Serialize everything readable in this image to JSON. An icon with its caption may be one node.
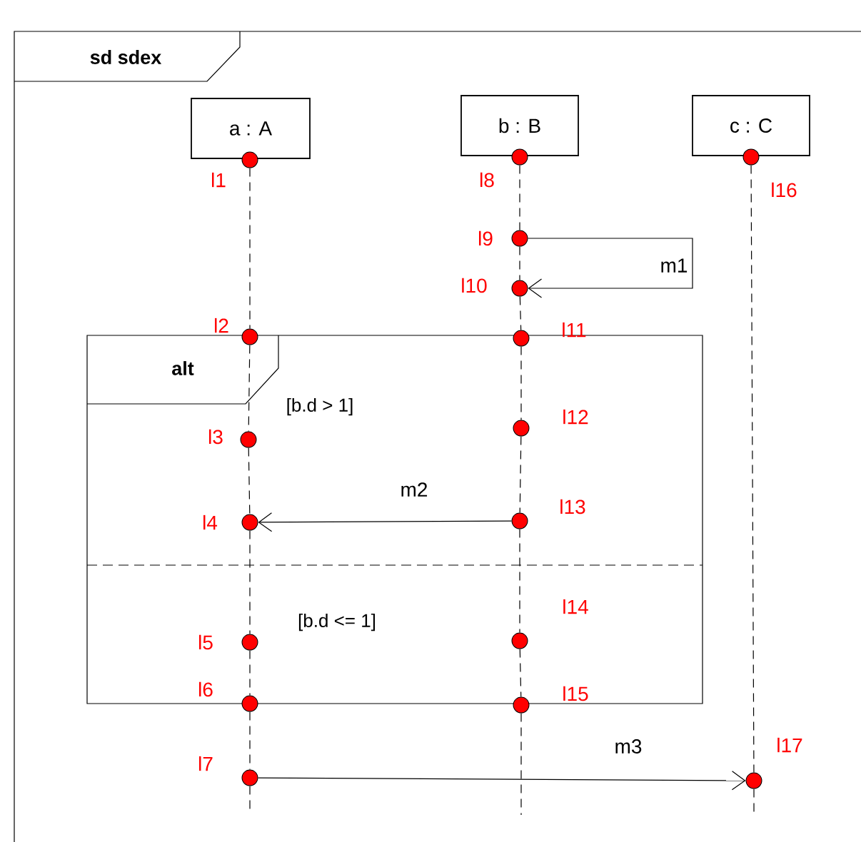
{
  "diagram": {
    "nodes": [
      {
        "text": [
          "sd sdex"
        ]
      },
      {
        "text": [
          "a : A"
        ],
        "in": 0
      },
      {
        "text": [
          "b : B"
        ],
        "in": 0
      },
      {
        "text": [
          "c : C"
        ],
        "in": 0
      },
      {
        "text": [
          "alt",
          "[b.d > 1]",
          "[b.d <= 1]"
        ],
        "in": 0
      },
      {
        "text": [],
        "shape": "circle",
        "beside": [
          "l1"
        ],
        "in": 0
      },
      {
        "text": [],
        "shape": "circle",
        "beside": [
          "l2"
        ],
        "in": 0
      },
      {
        "text": [],
        "shape": "circle",
        "beside": [
          "l3"
        ],
        "in": 4
      },
      {
        "text": [],
        "shape": "circle",
        "beside": [
          "l4"
        ],
        "in": 4
      },
      {
        "text": [],
        "shape": "circle",
        "beside": [
          "l5"
        ],
        "in": 4
      },
      {
        "text": [],
        "shape": "circle",
        "beside": [
          "l6"
        ],
        "in": 0
      },
      {
        "text": [],
        "shape": "circle",
        "beside": [
          "l7"
        ],
        "in": 0
      },
      {
        "text": [],
        "shape": "circle",
        "beside": [
          "l8"
        ],
        "in": 0
      },
      {
        "text": [],
        "shape": "circle",
        "beside": [
          "l9"
        ],
        "in": 0
      },
      {
        "text": [],
        "shape": "circle",
        "beside": [
          "l10"
        ],
        "in": 0
      },
      {
        "text": [],
        "shape": "circle",
        "beside": [
          "l11"
        ],
        "in": 0
      },
      {
        "text": [],
        "shape": "circle",
        "beside": [
          "l12"
        ],
        "in": 4
      },
      {
        "text": [],
        "shape": "circle",
        "beside": [
          "l13"
        ],
        "in": 4
      },
      {
        "text": [],
        "shape": "circle",
        "beside": [
          "l14"
        ],
        "in": 4
      },
      {
        "text": [],
        "shape": "circle",
        "beside": [
          "l15"
        ],
        "in": 0
      },
      {
        "text": [],
        "shape": "circle",
        "beside": [
          "l16"
        ],
        "in": 0
      },
      {
        "text": [],
        "shape": "circle",
        "beside": [
          "l17"
        ],
        "in": 0
      }
    ],
    "edges": [
      {
        "from": 13,
        "to": 14,
        "arrow": "to",
        "label": "m1"
      },
      {
        "from": 17,
        "to": 8,
        "arrow": "to",
        "label": "m2"
      },
      {
        "from": 11,
        "to": 21,
        "arrow": "to",
        "label": "m3"
      },
      {
        "from": 5,
        "to": 6,
        "arrow": "none",
        "style": "dashed"
      },
      {
        "from": 6,
        "to": 7,
        "arrow": "none",
        "style": "dashed"
      },
      {
        "from": 7,
        "to": 8,
        "arrow": "none",
        "style": "dashed"
      },
      {
        "from": 8,
        "to": 9,
        "arrow": "none",
        "style": "dashed"
      },
      {
        "from": 9,
        "to": 10,
        "arrow": "none",
        "style": "dashed"
      },
      {
        "from": 10,
        "to": 11,
        "arrow": "none",
        "style": "dashed"
      },
      {
        "from": 11,
        "to": null,
        "arrow": "none",
        "style": "dashed"
      },
      {
        "from": 12,
        "to": 13,
        "arrow": "none",
        "style": "dashed"
      },
      {
        "from": 13,
        "to": 14,
        "arrow": "none",
        "style": "dashed"
      },
      {
        "from": 14,
        "to": 15,
        "arrow": "none",
        "style": "dashed"
      },
      {
        "from": 15,
        "to": 16,
        "arrow": "none",
        "style": "dashed"
      },
      {
        "from": 16,
        "to": 17,
        "arrow": "none",
        "style": "dashed"
      },
      {
        "from": 17,
        "to": 18,
        "arrow": "none",
        "style": "dashed"
      },
      {
        "from": 18,
        "to": 19,
        "arrow": "none",
        "style": "dashed"
      },
      {
        "from": 19,
        "to": null,
        "arrow": "none",
        "style": "dashed"
      },
      {
        "from": 20,
        "to": 21,
        "arrow": "none",
        "style": "dashed"
      },
      {
        "from": 21,
        "to": null,
        "arrow": "none",
        "style": "dashed"
      }
    ]
  }
}
